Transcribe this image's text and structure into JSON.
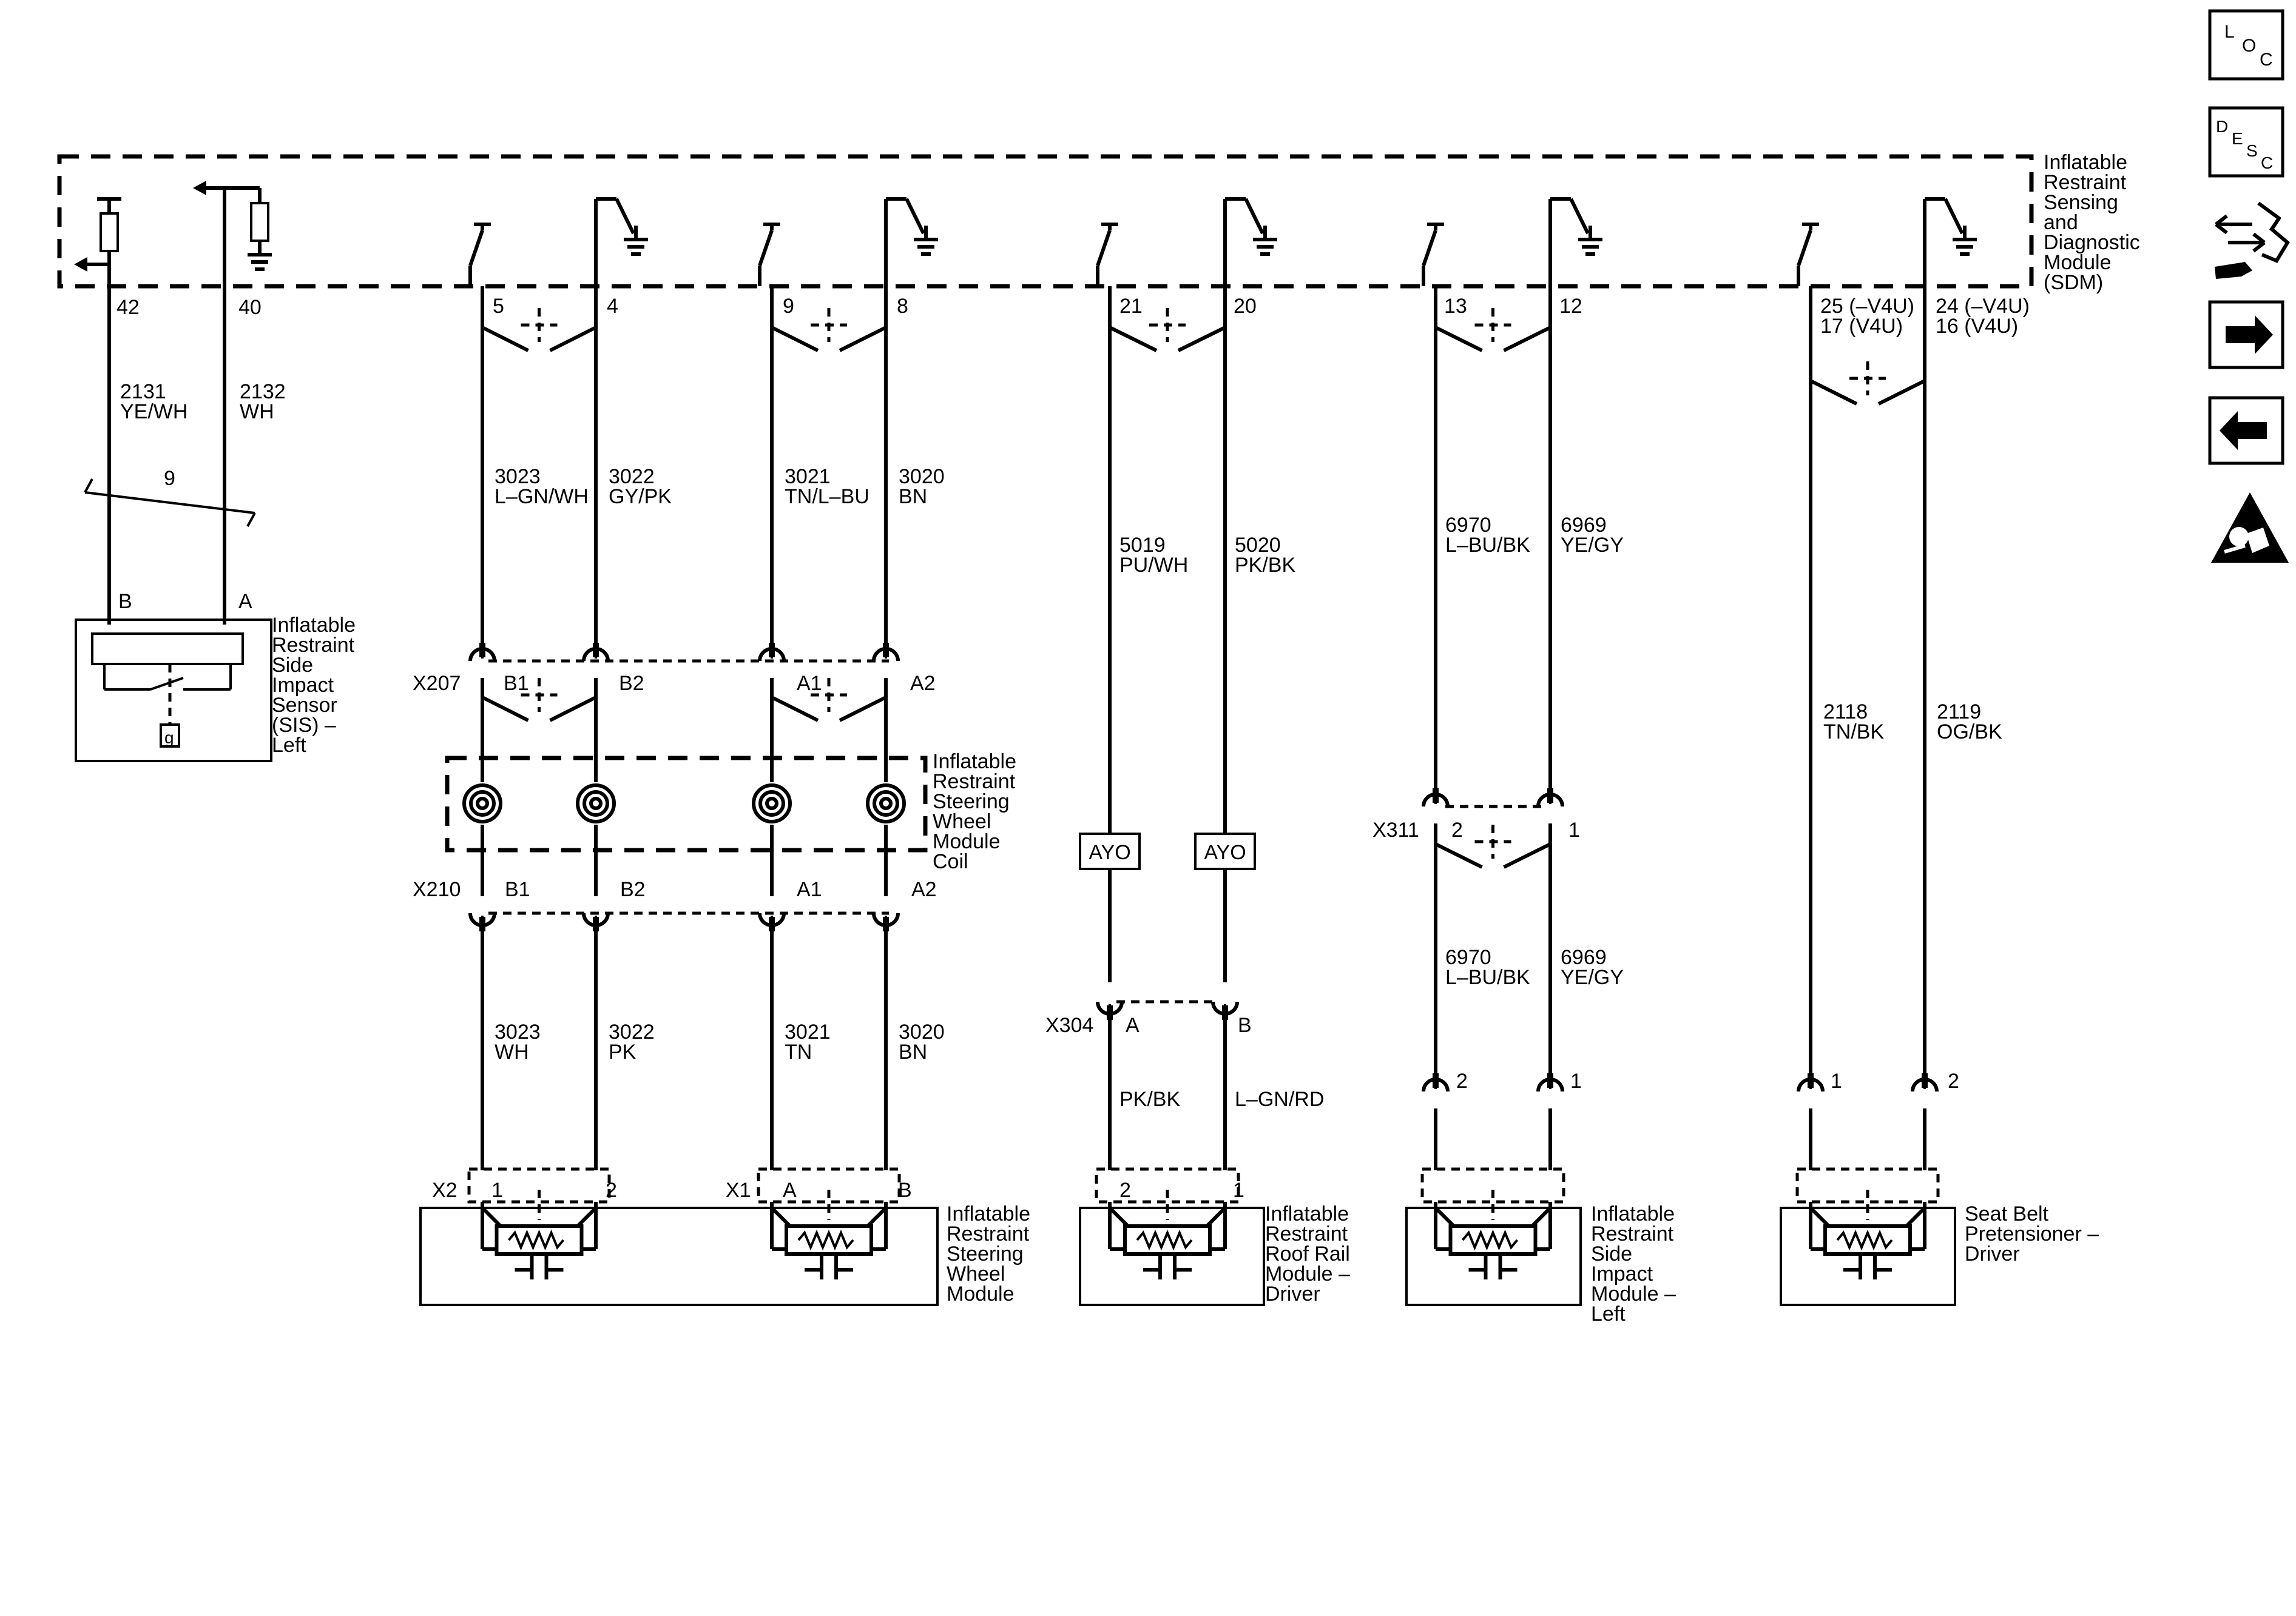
{
  "sdm": {
    "label": [
      "Inflatable",
      "Restraint",
      "Sensing",
      "and",
      "Diagnostic",
      "Module",
      "(SDM)"
    ]
  },
  "sis": {
    "label": [
      "Inflatable",
      "Restraint",
      "Side",
      "Impact",
      "Sensor",
      "(SIS) –",
      "Left"
    ],
    "wires": [
      {
        "pin": "42",
        "circuit": "2131",
        "color": "YE/WH",
        "conn_pin": "B"
      },
      {
        "pin": "40",
        "circuit": "2132",
        "color": "WH",
        "conn_pin": "A"
      }
    ],
    "twist_label": "9",
    "ground_symbol": "g"
  },
  "steering": {
    "sdm_pins": [
      "5",
      "4",
      "9",
      "8"
    ],
    "upper_wires": [
      {
        "circuit": "3023",
        "color": "L–GN/WH"
      },
      {
        "circuit": "3022",
        "color": "GY/PK"
      },
      {
        "circuit": "3021",
        "color": "TN/L–BU"
      },
      {
        "circuit": "3020",
        "color": "BN"
      }
    ],
    "x207": {
      "name": "X207",
      "pins": [
        "B1",
        "B2",
        "A1",
        "A2"
      ]
    },
    "coil_label": [
      "Inflatable",
      "Restraint",
      "Steering",
      "Wheel",
      "Module",
      "Coil"
    ],
    "x210": {
      "name": "X210",
      "pins": [
        "B1",
        "B2",
        "A1",
        "A2"
      ]
    },
    "lower_wires": [
      {
        "circuit": "3023",
        "color": "WH"
      },
      {
        "circuit": "3022",
        "color": "PK"
      },
      {
        "circuit": "3021",
        "color": "TN"
      },
      {
        "circuit": "3020",
        "color": "BN"
      }
    ],
    "x2": {
      "name": "X2",
      "pins": [
        "1",
        "2"
      ]
    },
    "x1": {
      "name": "X1",
      "pins": [
        "A",
        "B"
      ]
    },
    "module_label": [
      "Inflatable",
      "Restraint",
      "Steering",
      "Wheel",
      "Module"
    ]
  },
  "roof_rail": {
    "sdm_pins": [
      "21",
      "20"
    ],
    "upper_wires": [
      {
        "circuit": "5019",
        "color": "PU/WH"
      },
      {
        "circuit": "5020",
        "color": "PK/BK"
      }
    ],
    "option_code": "AYO",
    "x304": {
      "name": "X304",
      "pins": [
        "A",
        "B"
      ]
    },
    "lower_wires": [
      {
        "color": "PK/BK"
      },
      {
        "color": "L–GN/RD"
      }
    ],
    "module_pins": [
      "2",
      "1"
    ],
    "module_label": [
      "Inflatable",
      "Restraint",
      "Roof Rail",
      "Module –",
      "Driver"
    ]
  },
  "side_impact": {
    "sdm_pins": [
      "13",
      "12"
    ],
    "upper_wires": [
      {
        "circuit": "6970",
        "color": "L–BU/BK"
      },
      {
        "circuit": "6969",
        "color": "YE/GY"
      }
    ],
    "x311": {
      "name": "X311",
      "pins": [
        "2",
        "1"
      ]
    },
    "lower_wires": [
      {
        "circuit": "6970",
        "color": "L–BU/BK"
      },
      {
        "circuit": "6969",
        "color": "YE/GY"
      }
    ],
    "module_pins": [
      "2",
      "1"
    ],
    "module_label": [
      "Inflatable",
      "Restraint",
      "Side",
      "Impact",
      "Module –",
      "Left"
    ]
  },
  "pretensioner": {
    "sdm_pins_left": [
      "25 (–V4U)",
      "17 (V4U)"
    ],
    "sdm_pins_right": [
      "24 (–V4U)",
      "16 (V4U)"
    ],
    "wires": [
      {
        "circuit": "2118",
        "color": "TN/BK"
      },
      {
        "circuit": "2119",
        "color": "OG/BK"
      }
    ],
    "module_pins": [
      "1",
      "2"
    ],
    "module_label": [
      "Seat Belt",
      "Pretensioner –",
      "Driver"
    ]
  },
  "nav": {
    "loc": [
      "L",
      "O",
      "C"
    ],
    "desc": [
      "D",
      "E",
      "S",
      "C"
    ],
    "icons": [
      "connector-view-icon",
      "next-page-icon",
      "previous-page-icon",
      "airbag-warning-icon"
    ]
  }
}
